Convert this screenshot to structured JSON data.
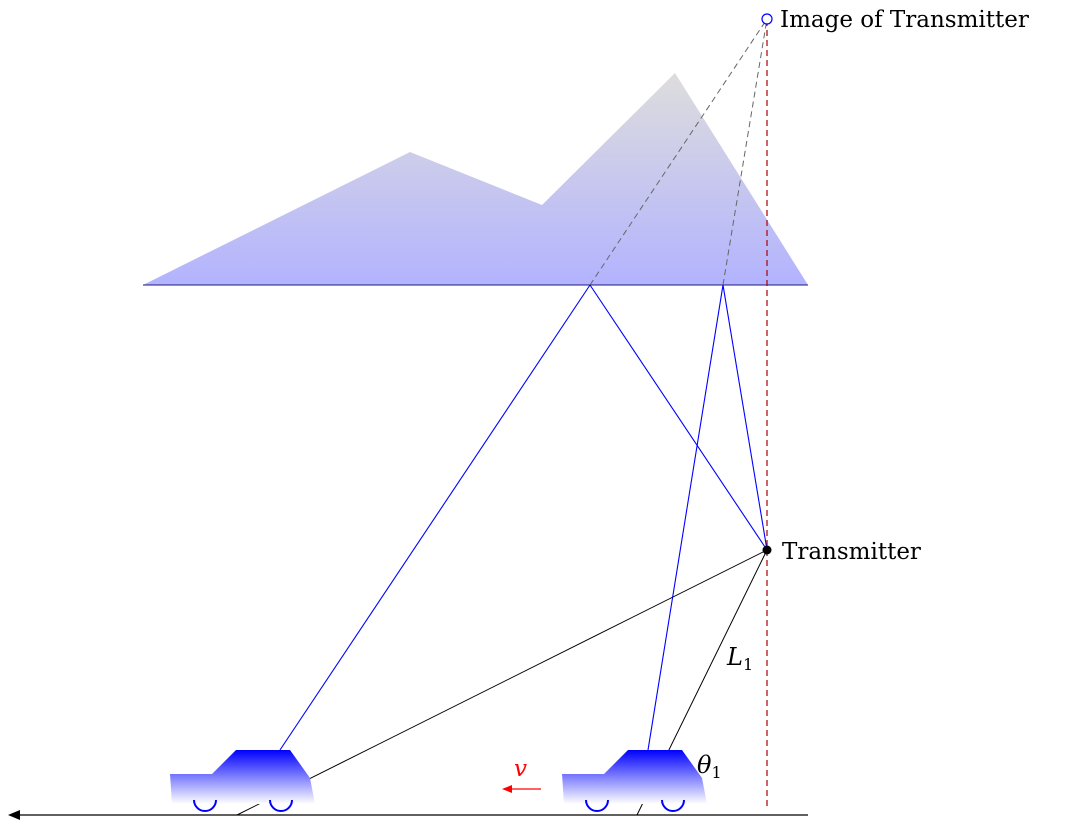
{
  "labels": {
    "image_of_transmitter": "Image of Transmitter",
    "transmitter": "Transmitter",
    "path_length": "L",
    "path_length_sub": "1",
    "angle": "θ",
    "angle_sub": "1",
    "velocity": "v"
  },
  "colors": {
    "ray_direct": "#000000",
    "ray_reflected": "#0000ff",
    "image_line": "#666666",
    "vertical_reference": "#aa0000",
    "velocity_arrow": "#ff0000",
    "mountain_top": "#dddddd",
    "mountain_bottom": "#b3b3ff",
    "car_top": "#0000ff",
    "car_bottom": "#ffffff"
  }
}
